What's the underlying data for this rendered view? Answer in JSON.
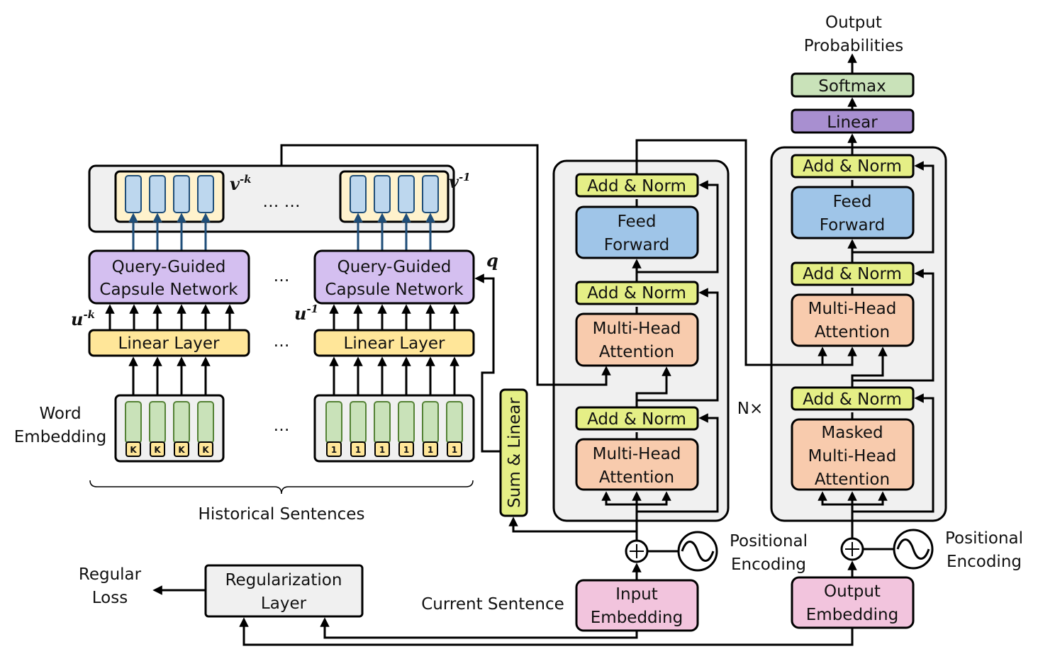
{
  "colors": {
    "yellow": "#ffe699",
    "yellow_green": "#e5ef86",
    "purple": "#d4bff0",
    "purple_dark": "#a88fd0",
    "blue": "#9fc5e8",
    "orange": "#f8cbad",
    "green": "#c9e2b9",
    "pink": "#f2c4dd",
    "gray_panel": "#f0f0f0",
    "cream": "#fff2cc",
    "line": "#000000",
    "blue_arrow": "#1f4e79"
  },
  "left": {
    "capsule_network_1": [
      "Query-Guided",
      "Capsule Network"
    ],
    "capsule_network_2": [
      "Query-Guided",
      "Capsule Network"
    ],
    "linear_layer_1": "Linear Layer",
    "linear_layer_2": "Linear Layer",
    "word_embedding": [
      "Word",
      "Embedding"
    ],
    "historical_sentences": "Historical Sentences",
    "dots_top": "… …",
    "dots_mid": "…",
    "dots_linear": "…",
    "dots_embed": "…",
    "token_k": "K",
    "token_1": "1",
    "v_k": {
      "base": "v",
      "sup": "-k"
    },
    "v_1": {
      "base": "v",
      "sup": "-1"
    },
    "u_k": {
      "base": "u",
      "sup": "-k"
    },
    "u_1": {
      "base": "u",
      "sup": "-1"
    },
    "q": "q",
    "sum_linear": "Sum & Linear"
  },
  "encoder": {
    "add_norm": "Add & Norm",
    "feed_forward": [
      "Feed",
      "Forward"
    ],
    "mha": [
      "Multi-Head",
      "Attention"
    ],
    "nx": "N×",
    "input_embedding": [
      "Input",
      "Embedding"
    ],
    "positional_encoding": [
      "Positional",
      "Encoding"
    ],
    "current_sentence": "Current Sentence"
  },
  "decoder": {
    "add_norm": "Add & Norm",
    "feed_forward": [
      "Feed",
      "Forward"
    ],
    "mha": [
      "Multi-Head",
      "Attention"
    ],
    "masked_mha": [
      "Masked",
      "Multi-Head",
      "Attention"
    ],
    "output_embedding": [
      "Output",
      "Embedding"
    ],
    "positional_encoding": [
      "Positional",
      "Encoding"
    ],
    "linear": "Linear",
    "softmax": "Softmax",
    "output_probabilities": [
      "Output",
      "Probabilities"
    ]
  },
  "regularization": {
    "layer": [
      "Regularization",
      "Layer"
    ],
    "loss": [
      "Regular",
      "Loss"
    ]
  }
}
